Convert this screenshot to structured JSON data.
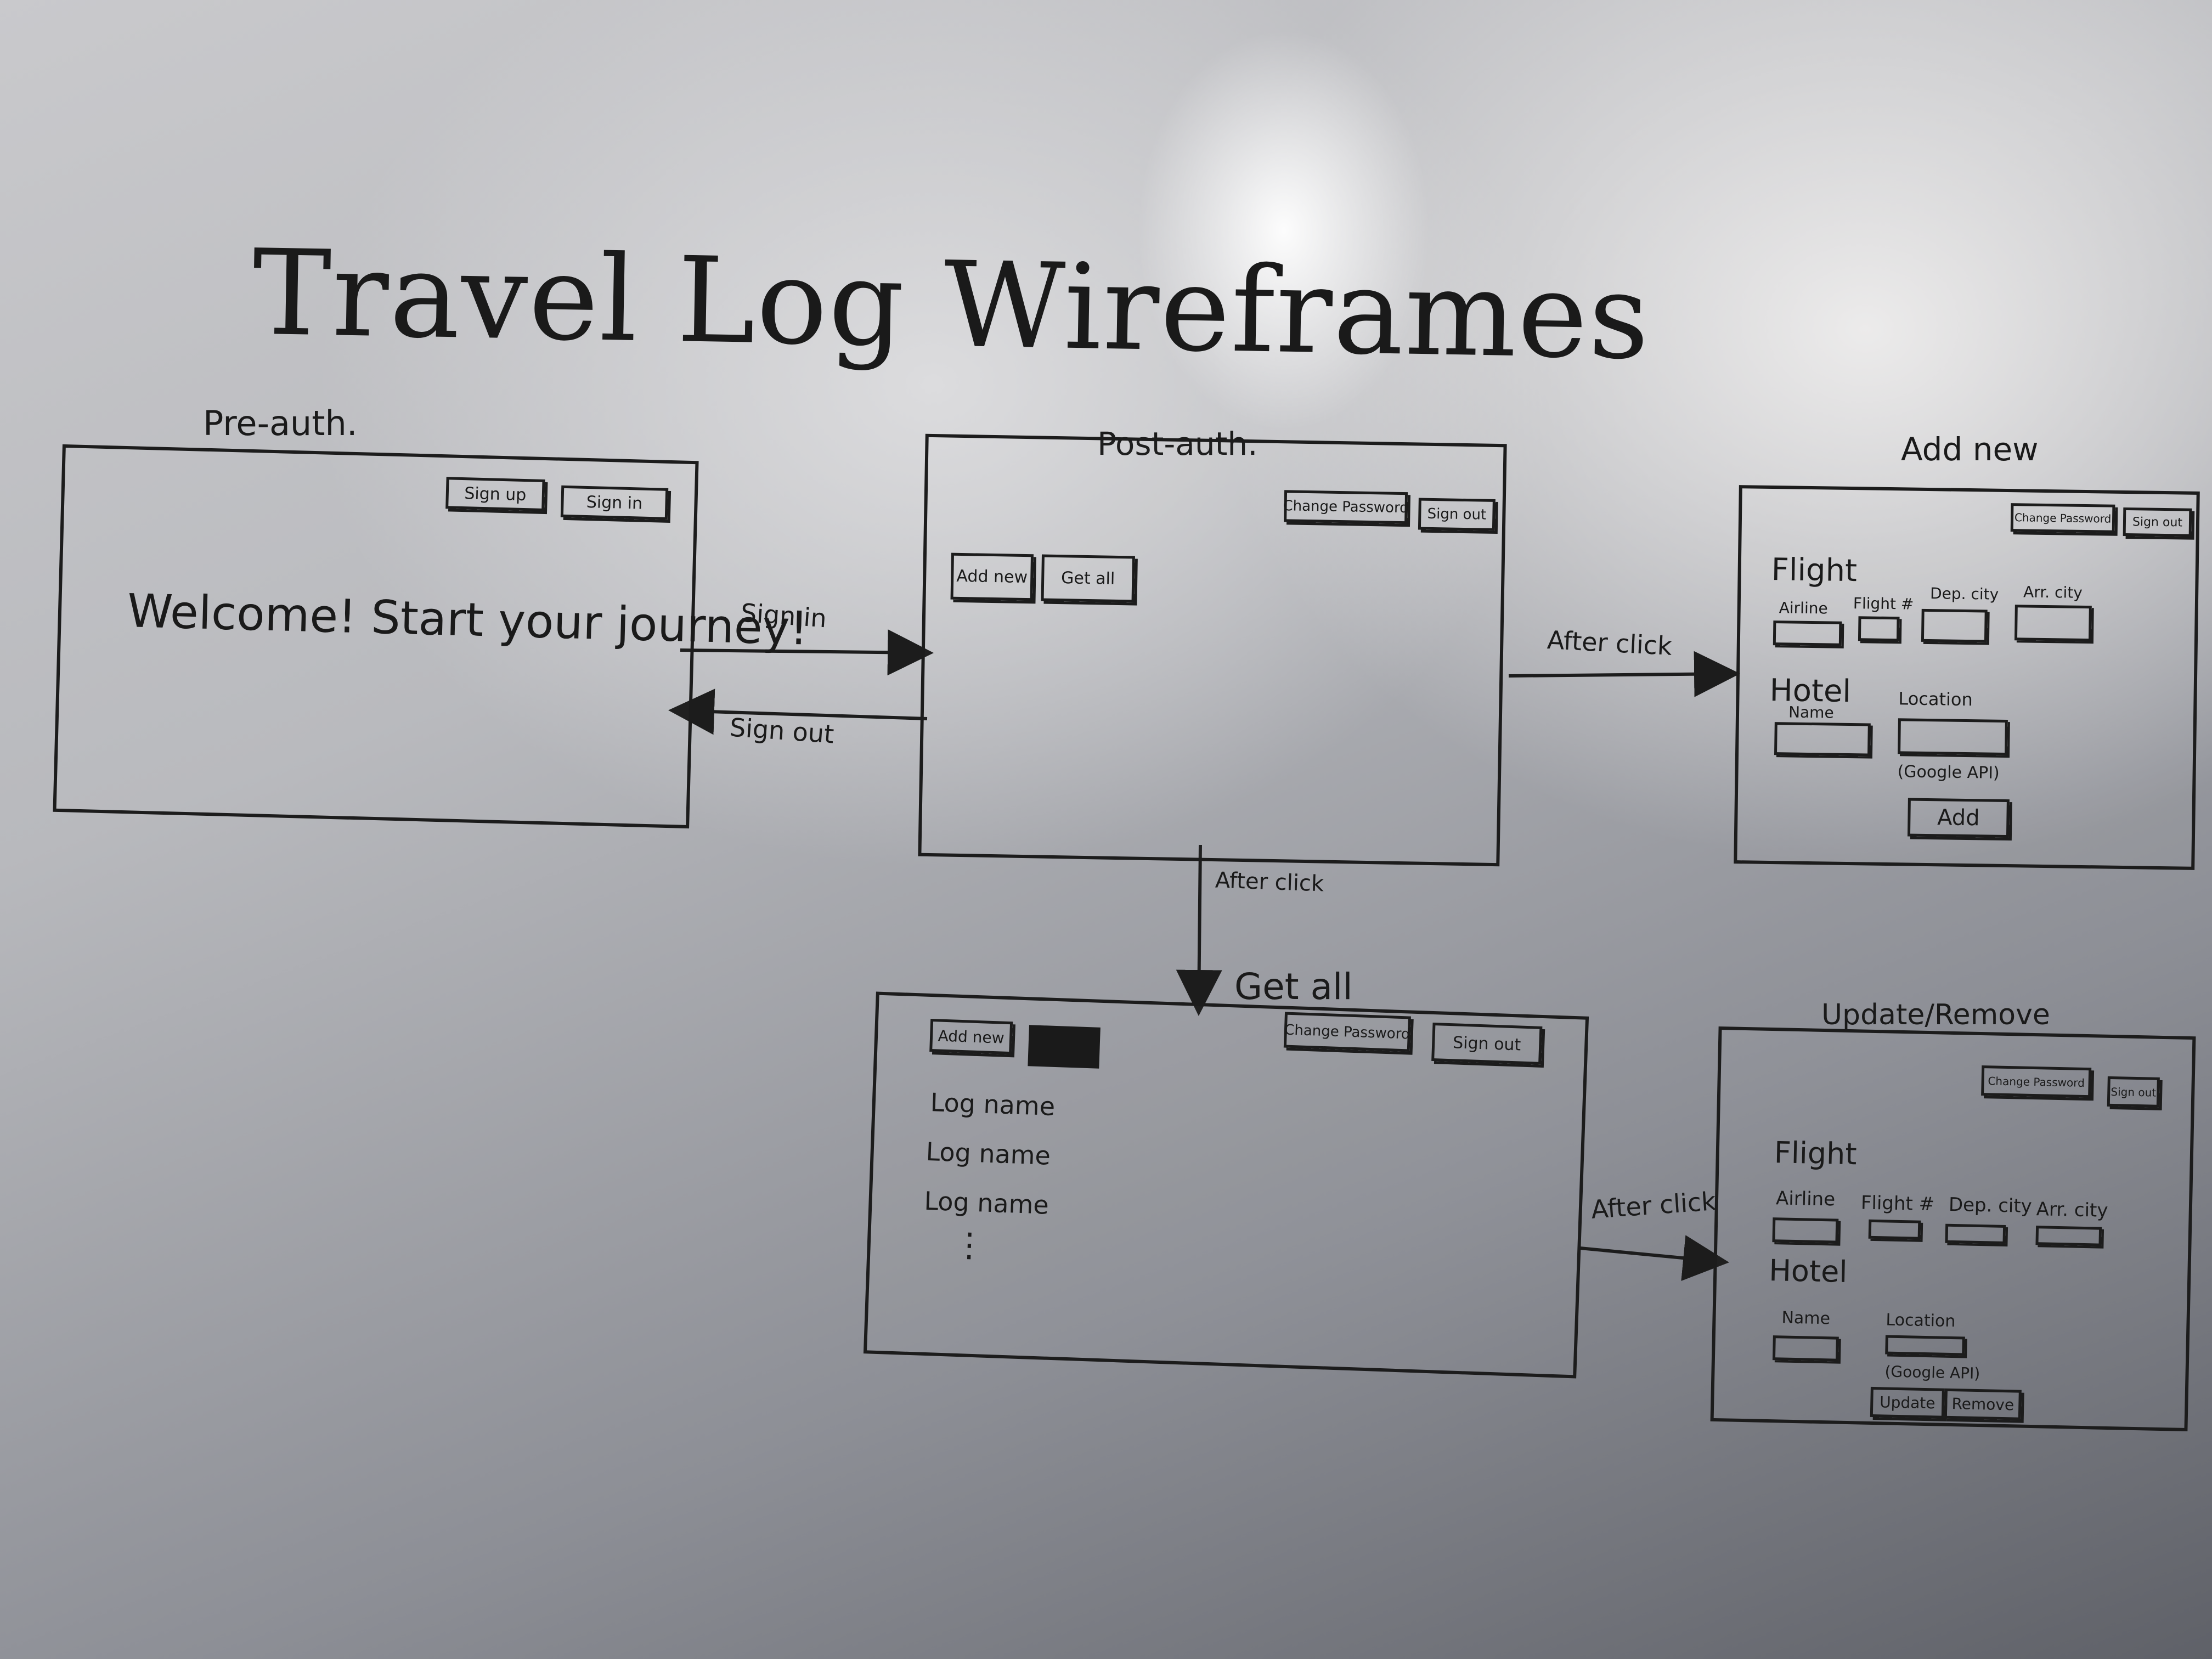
{
  "title": "Travel Log Wireframes",
  "pre_auth": {
    "label": "Pre-auth.",
    "sign_up": "Sign up",
    "sign_in": "Sign in",
    "welcome": "Welcome! Start your journey!"
  },
  "post_auth": {
    "label": "Post-auth.",
    "change_password": "Change Password",
    "sign_out": "Sign out",
    "add_new": "Add new",
    "get_all": "Get all"
  },
  "add_new_screen": {
    "label": "Add new",
    "change_password": "Change Password",
    "sign_out": "Sign out",
    "flight": "Flight",
    "airline": "Airline",
    "flight_num": "Flight #",
    "dep_city": "Dep. city",
    "arr_city": "Arr. city",
    "hotel": "Hotel",
    "name": "Name",
    "location": "Location",
    "google_api": "(Google API)",
    "add": "Add"
  },
  "get_all_screen": {
    "label": "Get all",
    "add_new": "Add new",
    "change_password": "Change Password",
    "sign_out": "Sign out",
    "log_names": [
      "Log name",
      "Log name",
      "Log name"
    ],
    "ellipsis": "⋮"
  },
  "update_remove_screen": {
    "label": "Update/Remove",
    "change_password": "Change Password",
    "sign_out": "Sign out",
    "flight": "Flight",
    "airline": "Airline",
    "flight_num": "Flight #",
    "dep_city": "Dep. city",
    "arr_city": "Arr. city",
    "hotel": "Hotel",
    "name": "Name",
    "location": "Location",
    "google_api": "(Google API)",
    "update": "Update",
    "remove": "Remove"
  },
  "arrows": {
    "sign_in": "Sign in",
    "sign_out": "Sign out",
    "after_click_right": "After click",
    "after_click_down": "After click",
    "after_click_bottom": "After click"
  }
}
